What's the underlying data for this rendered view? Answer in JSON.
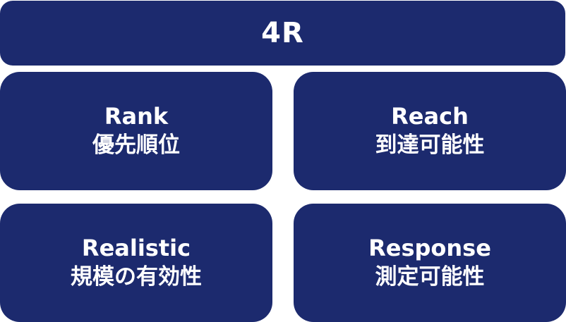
{
  "header": {
    "title": "4R"
  },
  "cards": [
    {
      "en": "Rank",
      "jp": "優先順位"
    },
    {
      "en": "Reach",
      "jp": "到達可能性"
    },
    {
      "en": "Realistic",
      "jp": "規模の有効性"
    },
    {
      "en": "Response",
      "jp": "測定可能性"
    }
  ],
  "colors": {
    "box": "#1c2a6e",
    "text": "#ffffff",
    "background": "#ffffff"
  }
}
